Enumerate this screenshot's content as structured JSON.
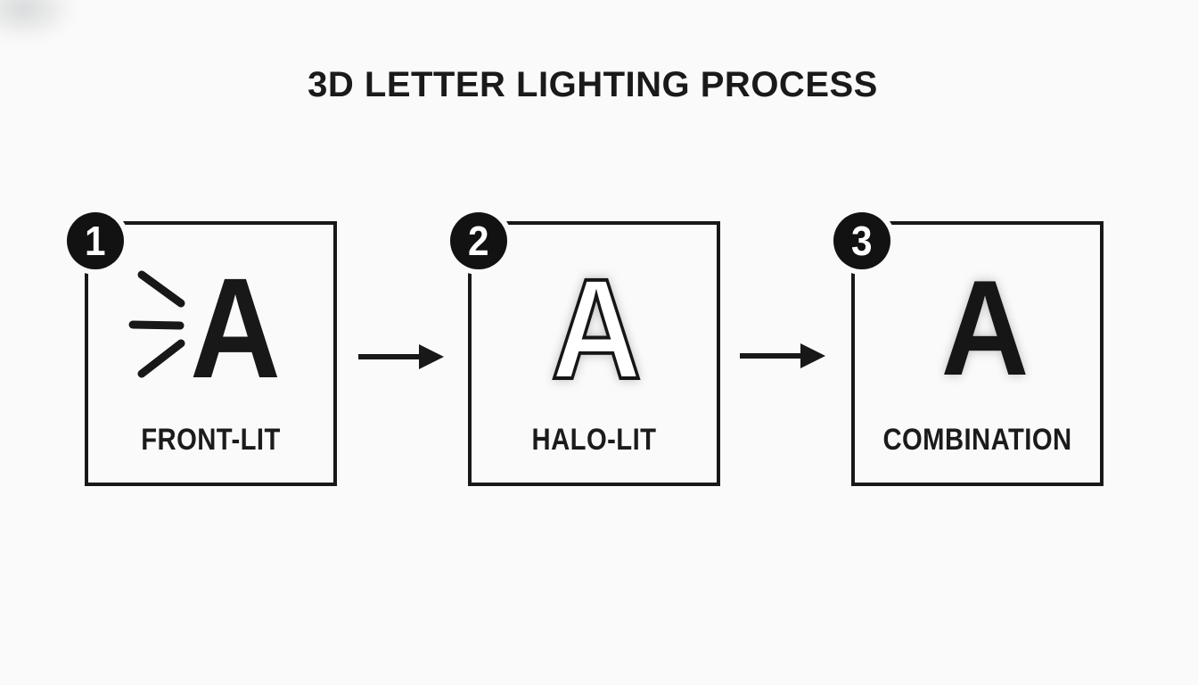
{
  "colors": {
    "background": "#fafafa",
    "ink": "#181818",
    "badge_fill": "#121212",
    "badge_text": "#ffffff",
    "glow": "#6b6b6b"
  },
  "title": "3D LETTER LIGHTING PROCESS",
  "steps": [
    {
      "number": "1",
      "label": "FRONT-LIT",
      "letter": "A",
      "letter_style": "solid-with-light-rays",
      "icon": "light-rays-icon"
    },
    {
      "number": "2",
      "label": "HALO-LIT",
      "letter": "A",
      "letter_style": "outline-with-halo-glow"
    },
    {
      "number": "3",
      "label": "COMBINATION",
      "letter": "A",
      "letter_style": "solid-with-halo-glow"
    }
  ],
  "connectors": [
    {
      "icon": "arrow-right-icon"
    },
    {
      "icon": "arrow-right-icon"
    }
  ]
}
